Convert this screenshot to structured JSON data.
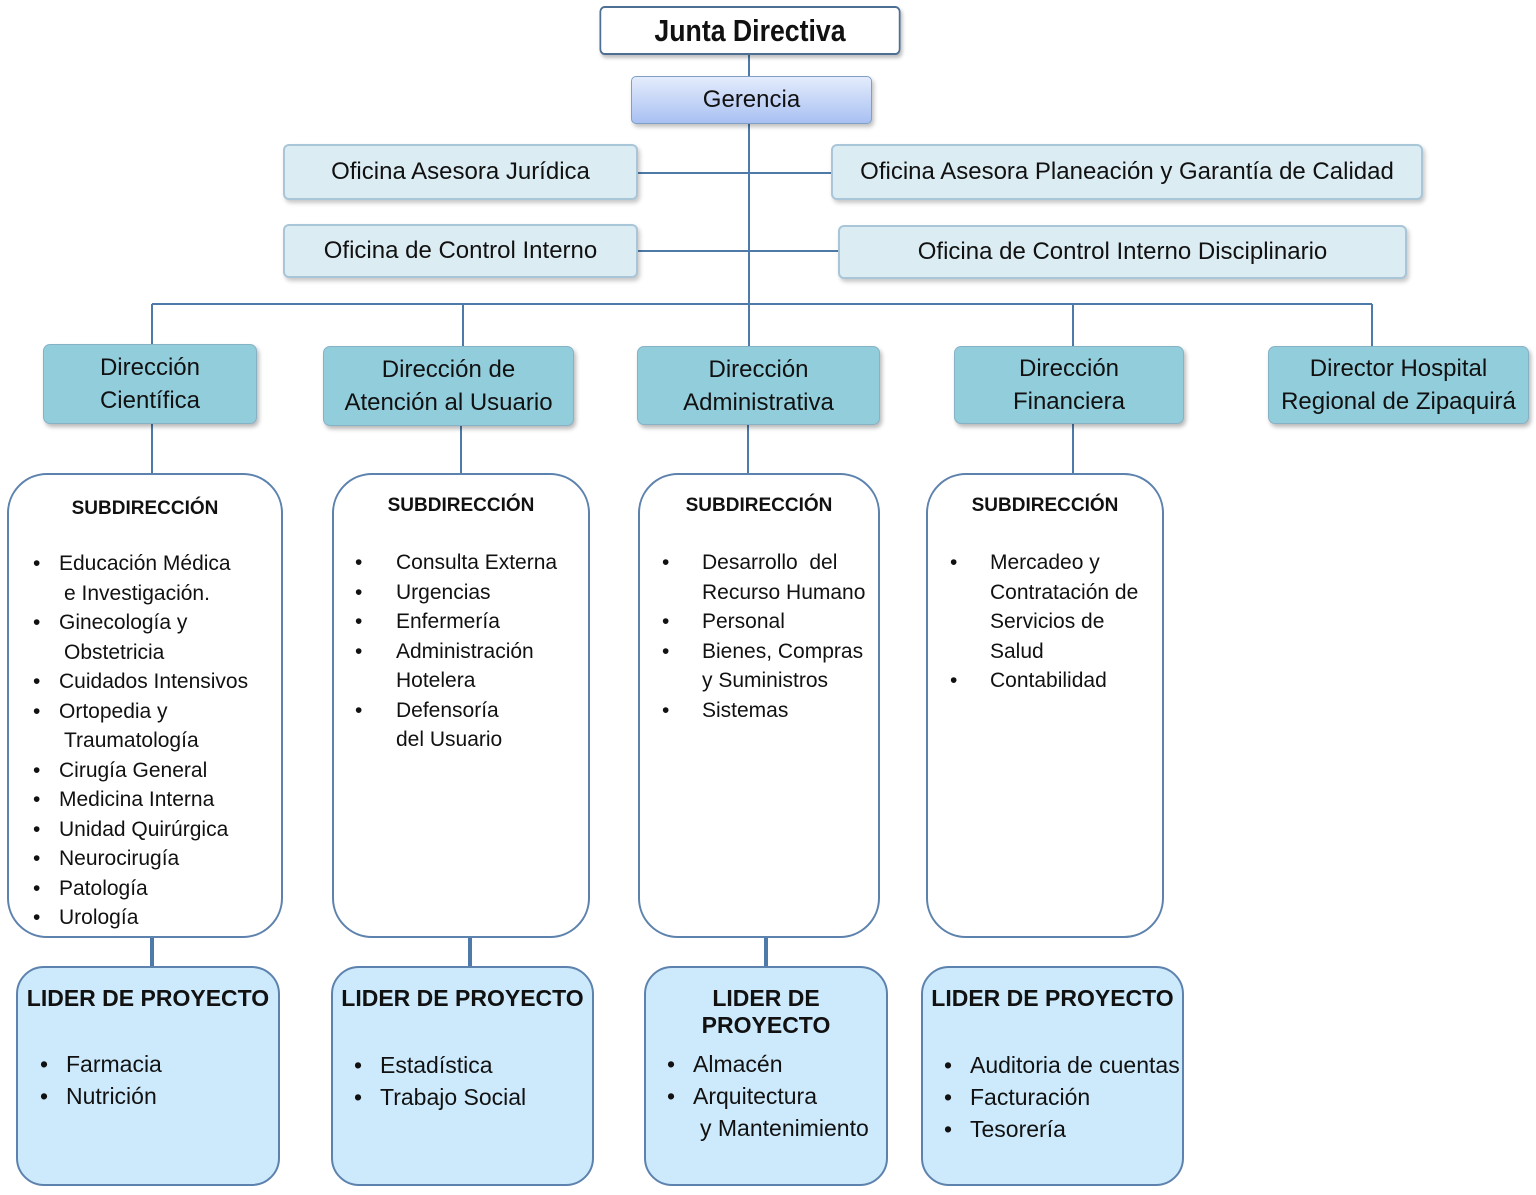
{
  "board": "Junta Directiva",
  "gerencia": "Gerencia",
  "offices": {
    "juridica": "Oficina Asesora Jurídica",
    "planeacion": "Oficina Asesora Planeación y Garantía de Calidad",
    "control_interno": "Oficina de Control Interno",
    "control_disciplinario": "Oficina de Control Interno Disciplinario"
  },
  "directions": [
    {
      "line1": "Dirección",
      "line2": "Científica"
    },
    {
      "line1": "Dirección de",
      "line2": "Atención al Usuario"
    },
    {
      "line1": "Dirección",
      "line2": "Administrativa"
    },
    {
      "line1": "Dirección",
      "line2": "Financiera"
    },
    {
      "line1": "Director Hospital",
      "line2": "Regional de Zipaquirá"
    }
  ],
  "subdirections": [
    {
      "title": "SUBDIRECCIÓN",
      "items": [
        {
          "l1": "Educación Médica",
          "l2": "e Investigación."
        },
        {
          "l1": "Ginecología y",
          "l2": "Obstetricia"
        },
        {
          "l1": "Cuidados Intensivos"
        },
        {
          "l1": "Ortopedia y",
          "l2": "Traumatología"
        },
        {
          "l1": "Cirugía General"
        },
        {
          "l1": "Medicina Interna"
        },
        {
          "l1": "Unidad Quirúrgica"
        },
        {
          "l1": "Neurocirugía"
        },
        {
          "l1": "Patología"
        },
        {
          "l1": "Urología"
        }
      ]
    },
    {
      "title": "SUBDIRECCIÓN",
      "items": [
        {
          "l1": "Consulta Externa"
        },
        {
          "l1": "Urgencias"
        },
        {
          "l1": "Enfermería"
        },
        {
          "l1": "Administración",
          "l2": "Hotelera"
        },
        {
          "l1": "Defensoría",
          "l2": "del Usuario"
        }
      ]
    },
    {
      "title": "SUBDIRECCIÓN",
      "items": [
        {
          "l1": "Desarrollo  del",
          "l2": "Recurso Humano"
        },
        {
          "l1": "Personal"
        },
        {
          "l1": "Bienes, Compras",
          "l2": "y Suministros"
        },
        {
          "l1": "Sistemas"
        }
      ]
    },
    {
      "title": "SUBDIRECCIÓN",
      "items": [
        {
          "l1": "Mercadeo y",
          "l2": "Contratación de",
          "l3": "Servicios de Salud"
        },
        {
          "l1": "Contabilidad"
        }
      ]
    }
  ],
  "leaders": [
    {
      "title": "LIDER DE PROYECTO",
      "items": [
        {
          "l1": "Farmacia"
        },
        {
          "l1": "Nutrición"
        }
      ]
    },
    {
      "title": "LIDER DE PROYECTO",
      "items": [
        {
          "l1": "Estadística"
        },
        {
          "l1": "Trabajo Social"
        }
      ]
    },
    {
      "title": "LIDER DE PROYECTO",
      "items": [
        {
          "l1": "Almacén"
        },
        {
          "l1": "Arquitectura",
          "l2": "y Mantenimiento"
        }
      ]
    },
    {
      "title": "LIDER DE PROYECTO",
      "items": [
        {
          "l1": "Auditoria de cuentas"
        },
        {
          "l1": "Facturación"
        },
        {
          "l1": "Tesorería"
        }
      ]
    }
  ],
  "bullet": "•"
}
